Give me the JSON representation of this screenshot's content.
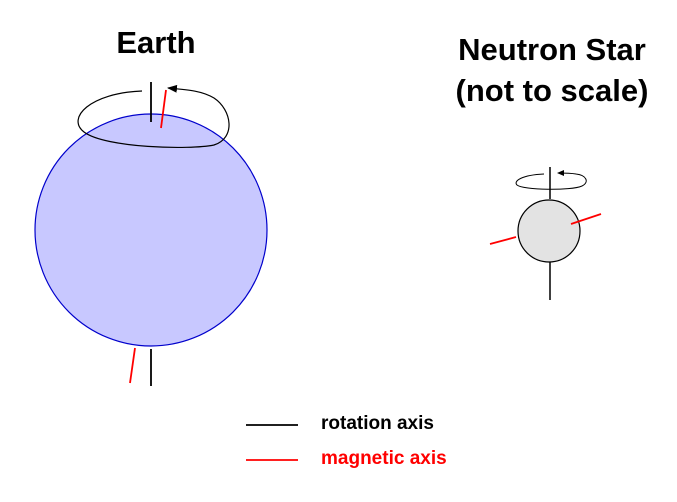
{
  "titles": {
    "earth": "Earth",
    "neutron_star_line1": "Neutron Star",
    "neutron_star_line2": "(not to scale)"
  },
  "legend": {
    "rotation_axis": "rotation axis",
    "magnetic_axis": "magnetic axis"
  },
  "colors": {
    "earth_fill": "#c8c8ff",
    "earth_stroke": "#0000cc",
    "neutron_star_fill": "#e3e3e3",
    "neutron_star_stroke": "#000000",
    "rotation_axis": "#000000",
    "magnetic_axis": "#ff0000"
  }
}
